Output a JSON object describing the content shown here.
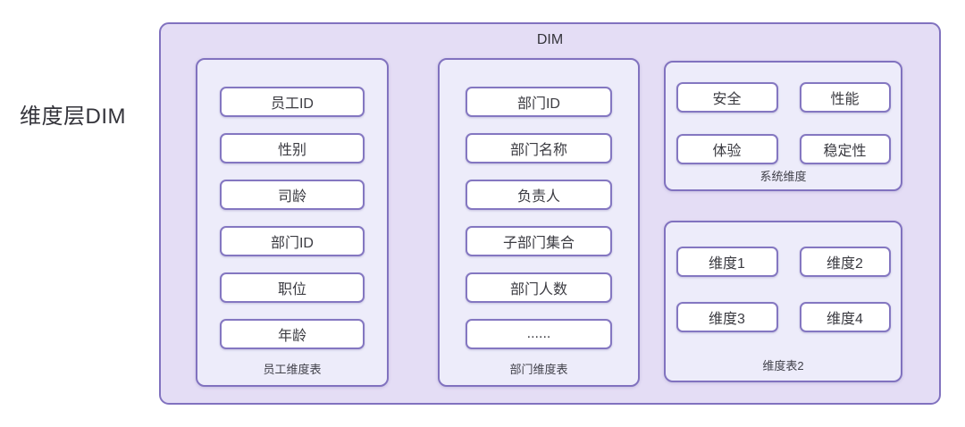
{
  "page": {
    "side_title": "维度层DIM",
    "container_title": "DIM"
  },
  "colors": {
    "outer_border": "#8172bf",
    "outer_background": "#e4ddf5",
    "panel_background": "#edecfa",
    "box_border": "#8477c1",
    "box_background": "#ffffff",
    "text": "#3b3b41"
  },
  "groups": [
    {
      "label": "员工维度表",
      "items": [
        "员工ID",
        "性别",
        "司龄",
        "部门ID",
        "职位",
        "年龄"
      ]
    },
    {
      "label": "部门维度表",
      "items": [
        "部门ID",
        "部门名称",
        "负责人",
        "子部门集合",
        "部门人数",
        "......"
      ]
    },
    {
      "label": "系统维度",
      "items": [
        "安全",
        "性能",
        "体验",
        "稳定性"
      ]
    },
    {
      "label": "维度表2",
      "items": [
        "维度1",
        "维度2",
        "维度3",
        "维度4"
      ]
    }
  ]
}
